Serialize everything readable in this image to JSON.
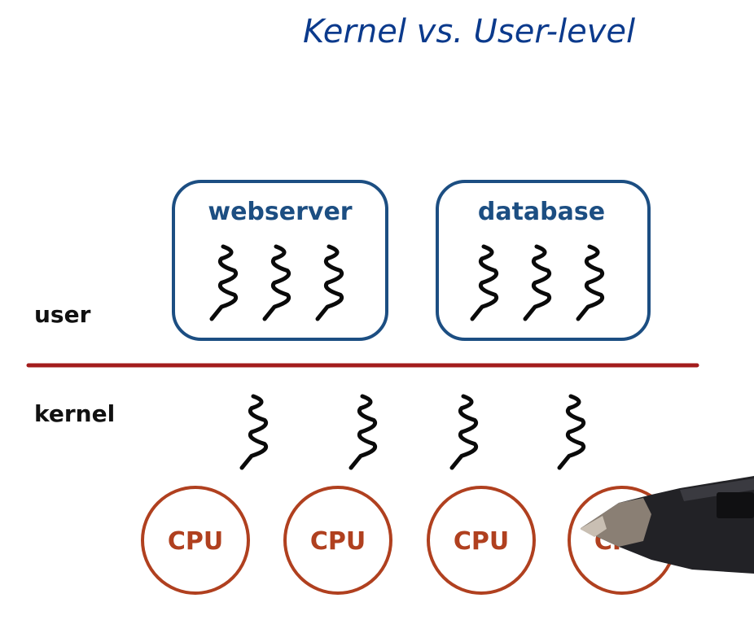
{
  "title": "Kernel vs. User-level",
  "layers": {
    "user": "user",
    "kernel": "kernel"
  },
  "processes": [
    {
      "label": "webserver",
      "threads": 3
    },
    {
      "label": "database",
      "threads": 3
    }
  ],
  "kernel_threads": 4,
  "cpus": [
    "CPU",
    "CPU",
    "CPU",
    "CPU"
  ],
  "colors": {
    "title": "#0b3a8c",
    "process": "#1c4e82",
    "divider": "#a31c1c",
    "cpu": "#b0401f",
    "thread": "#0a0a0a"
  }
}
